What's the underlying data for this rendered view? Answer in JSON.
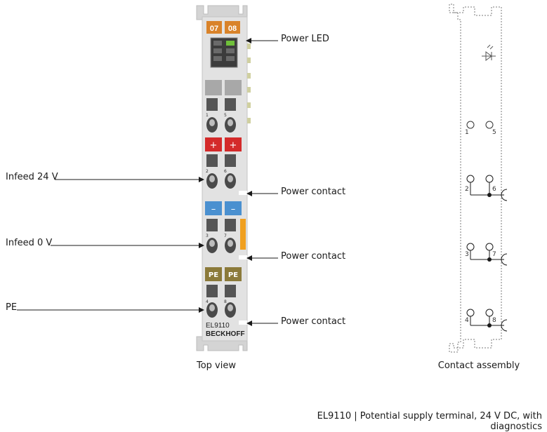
{
  "labels": {
    "power_led": "Power LED",
    "power_contact_1": "Power contact",
    "power_contact_2": "Power contact",
    "power_contact_3": "Power contact",
    "infeed_24v": "Infeed 24 V",
    "infeed_0v": "Infeed 0 V",
    "pe": "PE"
  },
  "terminal": {
    "led_left": "07",
    "led_right": "08",
    "plus_left": "+",
    "plus_right": "+",
    "minus_left": "–",
    "minus_right": "–",
    "pe_left": "PE",
    "pe_right": "PE",
    "model": "EL9110",
    "brand": "BECKHOFF",
    "pin_1": "1",
    "pin_5": "5",
    "pin_2": "2",
    "pin_6": "6",
    "pin_3": "3",
    "pin_7": "7",
    "pin_4": "4",
    "pin_8": "8"
  },
  "contact": {
    "pin_1": "1",
    "pin_5": "5",
    "pin_2": "2",
    "pin_6": "6",
    "pin_3": "3",
    "pin_7": "7",
    "pin_4": "4",
    "pin_8": "8"
  },
  "captions": {
    "top_view": "Top view",
    "contact_assembly": "Contact assembly",
    "footer": "EL9110 | Potential supply terminal, 24 V DC, with diagnostics"
  },
  "colors": {
    "led_orange": "#d9832a",
    "plus_red": "#d42a2a",
    "minus_blue": "#4a90d0",
    "pe_olive": "#8b7a3a",
    "body_grey": "#dedede",
    "power_contact_orange": "#f0a020"
  }
}
